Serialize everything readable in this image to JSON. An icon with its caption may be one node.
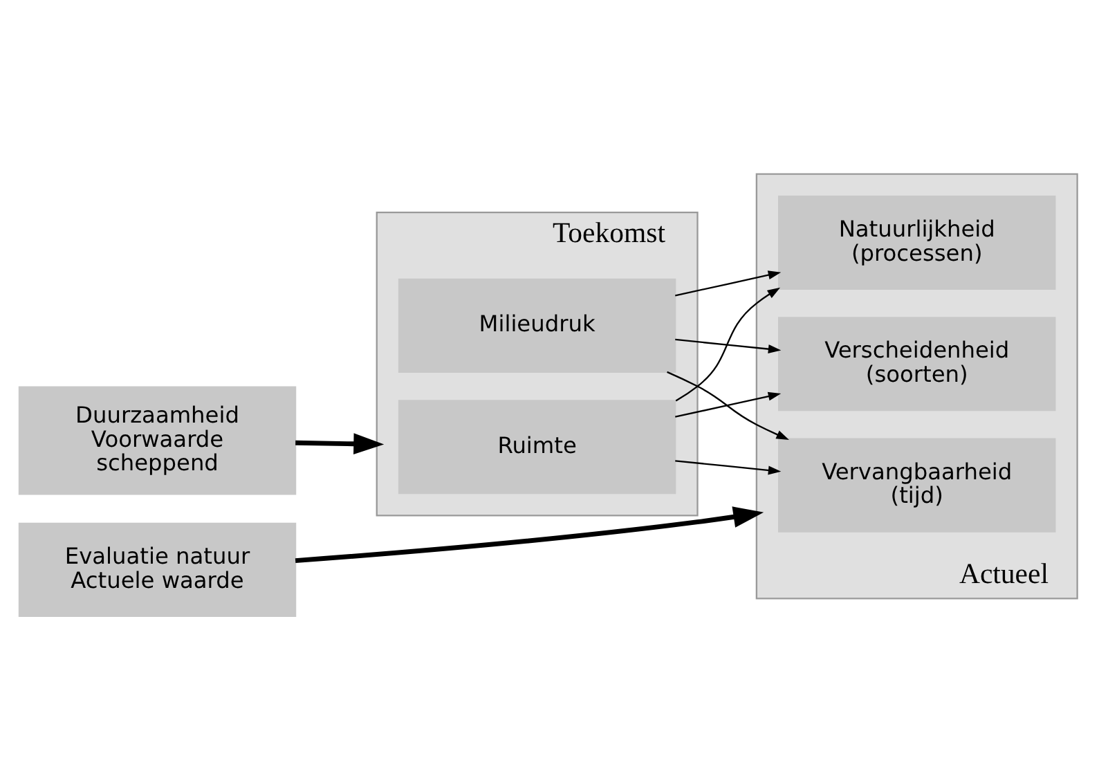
{
  "diagram": {
    "nodes": [
      {
        "text": [
          "Toekomst"
        ]
      },
      {
        "text": [
          "Ruimte"
        ],
        "in": 0
      },
      {
        "text": [
          "Milieudruk"
        ],
        "in": 0
      },
      {
        "text": [
          "Actueel"
        ]
      },
      {
        "text": [
          "Natuurlijkheid (processen)"
        ],
        "in": 3
      },
      {
        "text": [
          "Verscheidenheid (soorten)"
        ],
        "in": 3
      },
      {
        "text": [
          "Vervangbaarheid (tijd)"
        ],
        "in": 3
      },
      {
        "text": [
          "Duurzaamheid Voorwaarde scheppend"
        ]
      },
      {
        "text": [
          "Evaluatie natuur Actuele waarde"
        ]
      }
    ],
    "edges": [
      {
        "from": 7,
        "to": 0,
        "arrow": "to",
        "style": "thick"
      },
      {
        "from": 8,
        "to": 3,
        "arrow": "to",
        "style": "thick"
      },
      {
        "from": 1,
        "to": 4,
        "arrow": "to"
      },
      {
        "from": 1,
        "to": 5,
        "arrow": "to"
      },
      {
        "from": 1,
        "to": 6,
        "arrow": "to"
      },
      {
        "from": 2,
        "to": 4,
        "arrow": "to"
      },
      {
        "from": 2,
        "to": 5,
        "arrow": "to"
      },
      {
        "from": 2,
        "to": 6,
        "arrow": "to"
      }
    ]
  }
}
